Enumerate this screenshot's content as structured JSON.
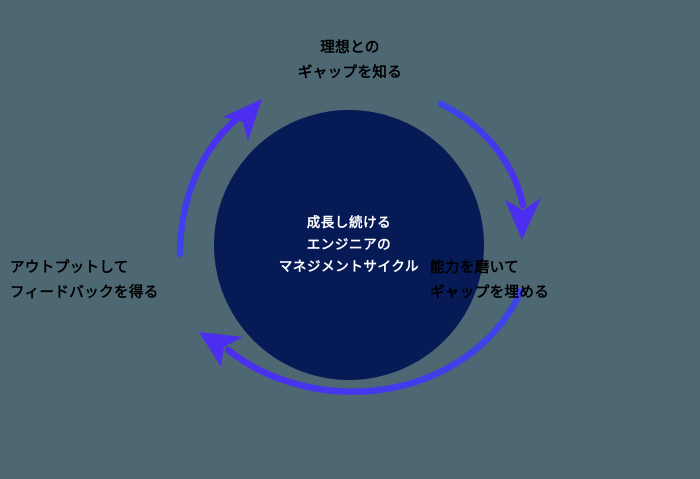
{
  "diagram": {
    "type": "cycle",
    "background_color": "#4d6773",
    "circle_color": "#061a55",
    "arrow_color": "#4b2ef0",
    "arrow_color_light": "#3b45e8",
    "center_text_color": "#ffffff",
    "label_text_color": "#000000",
    "center": {
      "lines": [
        "成長し続ける",
        "エンジニアの",
        "マネジメントサイクル"
      ]
    },
    "nodes": [
      {
        "id": "top",
        "position": "top",
        "lines": [
          "理想との",
          "ギャップを知る"
        ]
      },
      {
        "id": "right",
        "position": "right",
        "lines": [
          "能力を磨いて",
          "ギャップを埋める"
        ]
      },
      {
        "id": "left",
        "position": "left",
        "lines": [
          "アウトプットして",
          "フィードバックを得る"
        ]
      }
    ],
    "arrows": [
      {
        "id": "arrow-top-right",
        "from": "top",
        "to": "right",
        "direction": "clockwise"
      },
      {
        "id": "arrow-right-left",
        "from": "right",
        "to": "left",
        "direction": "clockwise"
      },
      {
        "id": "arrow-left-top",
        "from": "left",
        "to": "top",
        "direction": "clockwise"
      }
    ]
  }
}
